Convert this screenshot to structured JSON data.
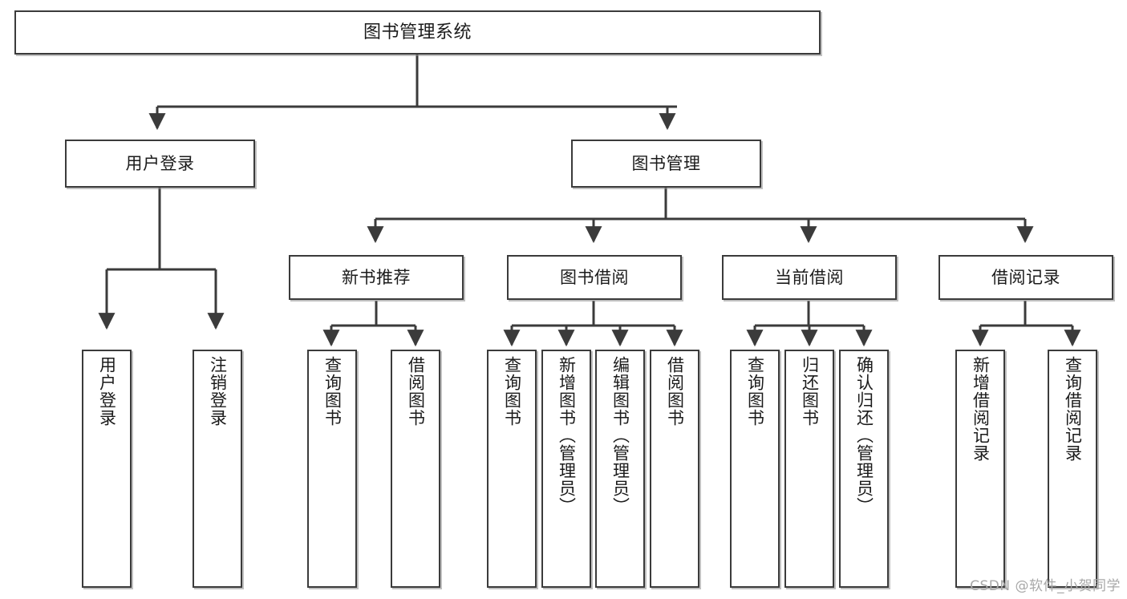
{
  "diagram": {
    "title": "图书管理系统",
    "line_color": "#3b3b3b",
    "box_fill": "#ffffff",
    "text_color": "#1b1b1b",
    "watermark": "CSDN @软件_小贺同学",
    "root": {
      "label": "图书管理系统"
    },
    "level2": [
      {
        "label": "用户登录"
      },
      {
        "label": "图书管理"
      }
    ],
    "level3": [
      {
        "label": "新书推荐"
      },
      {
        "label": "图书借阅"
      },
      {
        "label": "当前借阅"
      },
      {
        "label": "借阅记录"
      }
    ],
    "leaves": {
      "user_login": [
        {
          "label": "用户登录"
        },
        {
          "label": "注销登录"
        }
      ],
      "new_book_recommend": [
        {
          "label": "查询图书"
        },
        {
          "label": "借阅图书"
        }
      ],
      "book_borrow": [
        {
          "label": "查询图书"
        },
        {
          "label": "新增图书（管理员）"
        },
        {
          "label": "编辑图书（管理员）"
        },
        {
          "label": "借阅图书"
        }
      ],
      "current_borrow": [
        {
          "label": "查询图书"
        },
        {
          "label": "归还图书"
        },
        {
          "label": "确认归还（管理员）"
        }
      ],
      "borrow_record": [
        {
          "label": "新增借阅记录"
        },
        {
          "label": "查询借阅记录"
        }
      ]
    }
  }
}
